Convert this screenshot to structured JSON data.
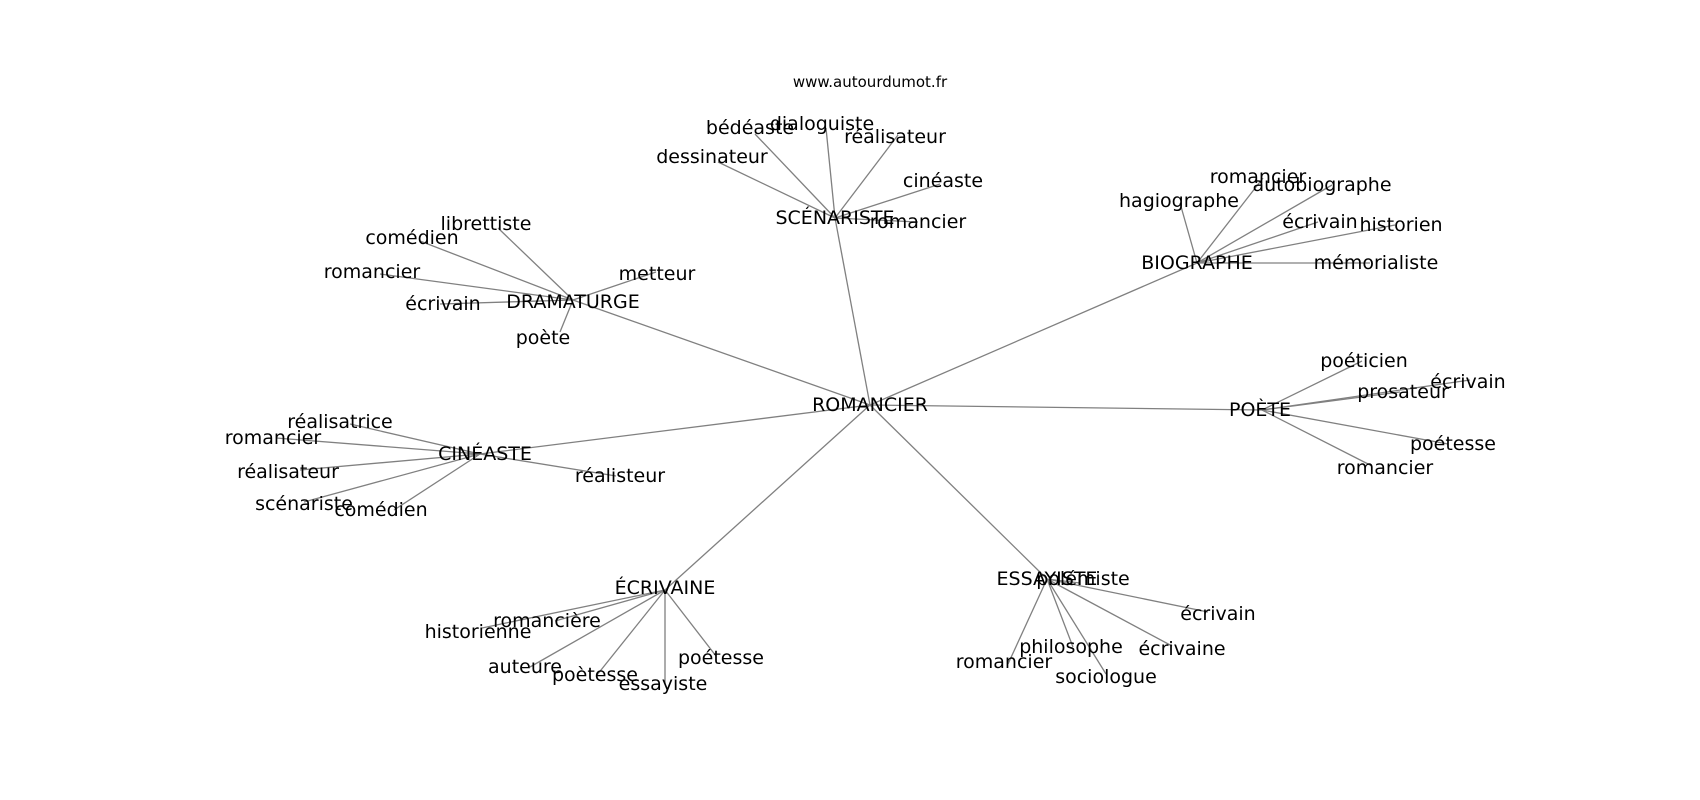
{
  "header": {
    "source": "www.autourdumot.fr"
  },
  "graph": {
    "center": "ROMANCIER",
    "hubs": [
      {
        "label": "SCÉNARISTE",
        "leaves": [
          "dessinateur",
          "bédéaste",
          "dialoguiste",
          "réalisateur",
          "cinéaste",
          "romancier"
        ]
      },
      {
        "label": "DRAMATURGE",
        "leaves": [
          "librettiste",
          "comédien",
          "romancier",
          "écrivain",
          "poète",
          "metteur"
        ]
      },
      {
        "label": "BIOGRAPHE",
        "leaves": [
          "hagiographe",
          "romancier",
          "autobiographe",
          "écrivain",
          "historien",
          "mémorialiste"
        ]
      },
      {
        "label": "CINÉASTE",
        "leaves": [
          "réalisatrice",
          "romancier",
          "réalisateur",
          "scénariste",
          "comédien",
          "réalisteur"
        ]
      },
      {
        "label": "POÈTE",
        "leaves": [
          "poéticien",
          "prosateur",
          "écrivain",
          "poétesse",
          "romancier"
        ]
      },
      {
        "label": "ÉCRIVAINE",
        "leaves": [
          "romancière",
          "historienne",
          "auteure",
          "poètesse",
          "essayiste",
          "poétesse"
        ]
      },
      {
        "label": "ESSAYISTE",
        "leaves": [
          "polémiste",
          "écrivain",
          "écrivaine",
          "philosophe",
          "sociologue",
          "romancier"
        ]
      }
    ]
  }
}
